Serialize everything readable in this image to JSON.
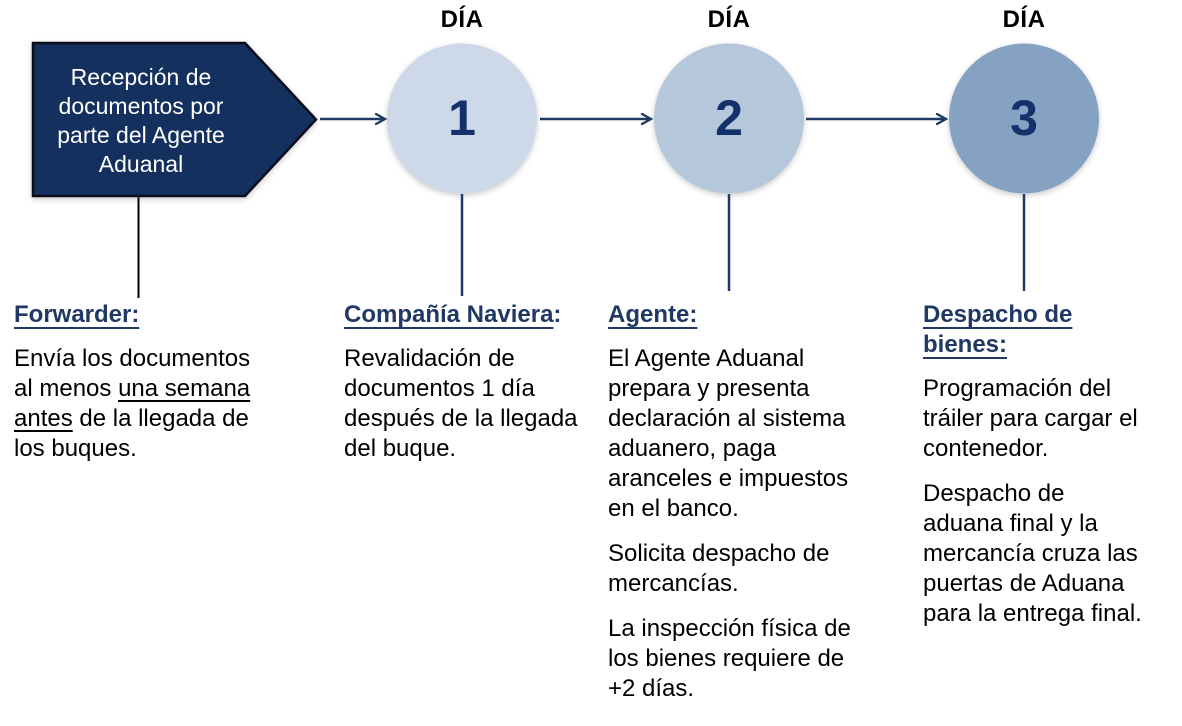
{
  "diagram": {
    "start_banner": {
      "label": "Recepción de documentos por parte del Agente Aduanal",
      "fill_color": "#14305F",
      "border_color": "#0B0D1A",
      "text_color": "#FFFFFF"
    },
    "days": [
      {
        "label": "DÍA",
        "number": "1",
        "fill": "#CDD9E8"
      },
      {
        "label": "DÍA",
        "number": "2",
        "fill": "#B5C7DB"
      },
      {
        "label": "DÍA",
        "number": "3",
        "fill": "#86A2C3"
      }
    ],
    "colors": {
      "connector": "#1F3864",
      "banner_stem": "#000000",
      "day_number": "#14316B",
      "heading": "#1F3864",
      "body_text": "#000000"
    },
    "columns": [
      {
        "heading": {
          "underlined": "Forwarder:",
          "suffix": ""
        },
        "body": {
          "pre": "Envía los documentos al menos ",
          "underlined": "una semana antes",
          "post": " de la llegada de los buques."
        }
      },
      {
        "heading": {
          "underlined": "Compañía Naviera",
          "suffix": ":"
        },
        "paragraphs": [
          "Revalidación de documentos 1 día después de la llegada del buque."
        ]
      },
      {
        "heading": {
          "underlined": "Agente:",
          "suffix": ""
        },
        "paragraphs": [
          "El Agente Aduanal prepara y presenta declaración al sistema aduanero, paga aranceles e impuestos en el banco.",
          "Solicita despacho de mercancías.",
          "La inspección física de los bienes requiere de +2 días."
        ]
      },
      {
        "heading": {
          "underlined": "Despacho de bienes:",
          "suffix": ""
        },
        "paragraphs": [
          "Programación del tráiler para cargar el contenedor.",
          "Despacho de aduana final y la mercancía cruza las puertas de Aduana para la entrega final."
        ]
      }
    ]
  }
}
